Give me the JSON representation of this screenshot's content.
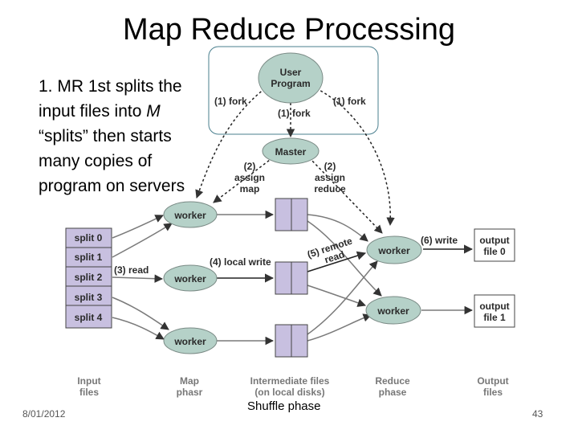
{
  "slide": {
    "title": "Map Reduce Processing",
    "desc": {
      "l1": "1. MR 1st splits the",
      "l2a": "input files into ",
      "l2b": "M",
      "l3": "“splits” then starts",
      "l4": "many copies of",
      "l5": "program on servers"
    },
    "date": "8/01/2012",
    "page": "43",
    "caption": "Shuffle phase"
  },
  "diagram": {
    "user_program": [
      "User",
      "Program"
    ],
    "master": "Master",
    "worker": "worker",
    "splits": [
      "split 0",
      "split 1",
      "split 2",
      "split 3",
      "split 4"
    ],
    "outputs": [
      [
        "output",
        "file 0"
      ],
      [
        "output",
        "file 1"
      ]
    ],
    "arrows": {
      "fork_left": "(1) fork",
      "fork_mid": "(1) fork",
      "fork_right": "(1) fork",
      "assign_map": [
        "(2)",
        "assign",
        "map"
      ],
      "assign_reduce": [
        "(2)",
        "assign",
        "reduce"
      ],
      "read": "(3) read",
      "local_write": "(4) local write",
      "remote_read": [
        "(5) remote",
        "read"
      ],
      "write": "(6) write"
    },
    "columns": [
      [
        "Input",
        "files"
      ],
      [
        "Map",
        "phasr"
      ],
      [
        "Intermediate files",
        "(on local disks)"
      ],
      [
        "Reduce",
        "phase"
      ],
      [
        "Output",
        "files"
      ]
    ]
  }
}
